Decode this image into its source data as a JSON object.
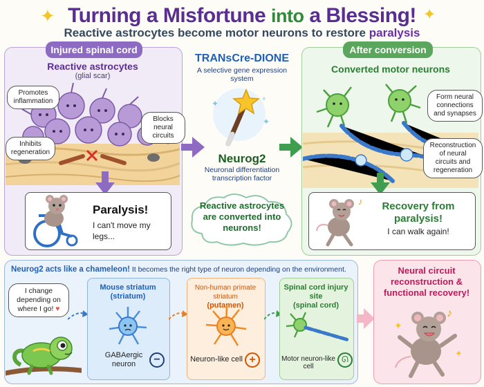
{
  "header": {
    "title_a": "Turning a Misfortune",
    "title_b": "into",
    "title_c": "a Blessing!",
    "subtitle_a": "Reactive astrocytes become motor neurons to restore",
    "subtitle_b": "paralysis"
  },
  "left_panel": {
    "tab": "Injured spinal cord",
    "heading": "Reactive astrocytes",
    "subheading": "(glial scar)",
    "bubble_inflammation": "Promotes inflammation",
    "bubble_blocks": "Blocks neural circuits",
    "bubble_inhibits": "Inhibits regeneration",
    "paralysis_title": "Paralysis!",
    "paralysis_text": "I can't move my legs..."
  },
  "middle": {
    "system_title": "TRANsCre-DIONE",
    "system_sub": "A selective gene expression system",
    "factor": "Neurog2",
    "factor_sub": "Neuronal differentiation transcription factor",
    "cloud_text": "Reactive astrocytes are converted into neurons!"
  },
  "right_panel": {
    "tab": "After conversion",
    "heading": "Converted motor neurons",
    "bubble_connections": "Form neural connections and synapses",
    "bubble_reconstruction": "Reconstruction of neural circuits and regeneration",
    "recovery_title": "Recovery from paralysis!",
    "recovery_text": "I can walk again!"
  },
  "bottom": {
    "heading_bold": "Neurog2 acts like a chameleon!",
    "heading_rest": "It becomes the right type of neuron depending on the environment.",
    "chameleon_bubble": "I change depending on where I go!",
    "mouse_title": "Mouse striatum",
    "mouse_sub": "(striatum)",
    "mouse_label": "GABAergic neuron",
    "primate_title": "Non-human primate striatum",
    "primate_sub": "(putamen)",
    "primate_label": "Neuron-like cell",
    "spinal_title": "Spinal cord injury site",
    "spinal_sub": "(spinal cord)",
    "spinal_label": "Motor neuron-like cell",
    "final": "Neural circuit reconstruction & functional recovery!"
  },
  "colors": {
    "purple": "#5a2d91",
    "green": "#2f8a3a",
    "blue": "#1f5fb8",
    "pink": "#c2185b"
  }
}
